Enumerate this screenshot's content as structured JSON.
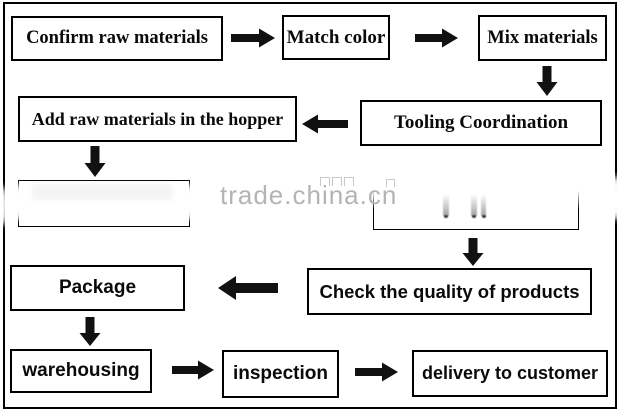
{
  "watermark": {
    "text": "trade.china.cn",
    "color": "#b4b4b4"
  },
  "flowchart": {
    "colors": {
      "border": "#000000",
      "text": "#0a0a0a",
      "background": "#ffffff",
      "arrow": "#111111"
    },
    "nodes": {
      "confirm": {
        "label": "Confirm raw materials"
      },
      "match": {
        "label": "Match color"
      },
      "mix": {
        "label": "Mix materials"
      },
      "add_hopper": {
        "label": "Add raw materials in the hopper"
      },
      "tooling": {
        "label": "Tooling Coordination"
      },
      "erased_left": {
        "label": ""
      },
      "erased_right": {
        "label": ""
      },
      "check": {
        "label": "Check the quality of products"
      },
      "package": {
        "label": "Package"
      },
      "warehousing": {
        "label": "warehousing"
      },
      "inspection": {
        "label": "inspection"
      },
      "delivery": {
        "label": "delivery to customer"
      }
    },
    "connections": [
      {
        "from": "confirm",
        "to": "match",
        "direction": "right"
      },
      {
        "from": "match",
        "to": "mix",
        "direction": "right"
      },
      {
        "from": "mix",
        "to": "tooling",
        "direction": "down"
      },
      {
        "from": "tooling",
        "to": "add_hopper",
        "direction": "left"
      },
      {
        "from": "add_hopper",
        "to": "erased_left",
        "direction": "down"
      },
      {
        "from": "erased_right",
        "to": "check",
        "direction": "down"
      },
      {
        "from": "check",
        "to": "package",
        "direction": "left"
      },
      {
        "from": "package",
        "to": "warehousing",
        "direction": "down"
      },
      {
        "from": "warehousing",
        "to": "inspection",
        "direction": "right"
      },
      {
        "from": "inspection",
        "to": "delivery",
        "direction": "right"
      }
    ]
  }
}
